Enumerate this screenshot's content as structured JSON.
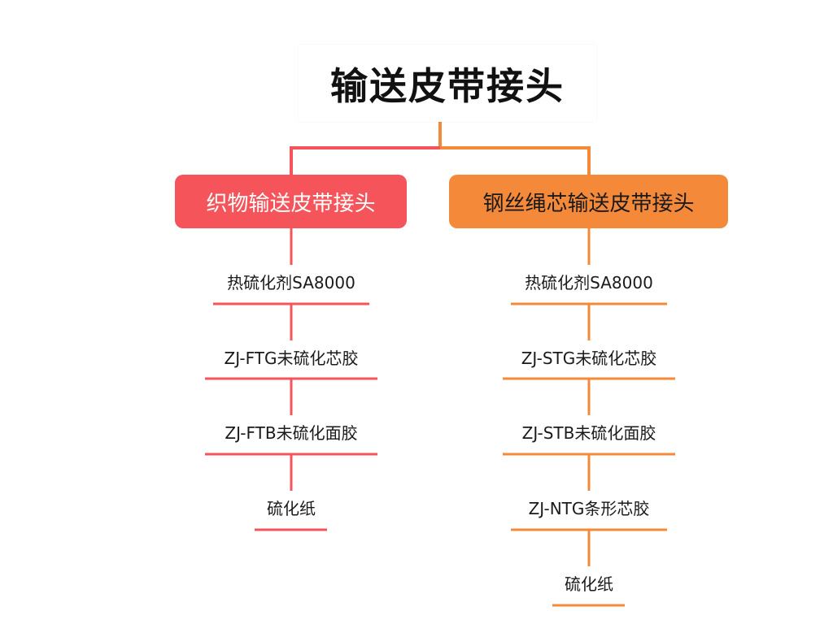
{
  "title": "输送皮带接头",
  "colors": {
    "left": "#f5555a",
    "right": "#f5893a"
  },
  "branches": [
    {
      "label": "织物输送皮带接头",
      "items": [
        "热硫化剂SA8000",
        "ZJ-FTG未硫化芯胶",
        "ZJ-FTB未硫化面胶",
        "硫化纸"
      ]
    },
    {
      "label": "钢丝绳芯输送皮带接头",
      "items": [
        "热硫化剂SA8000",
        "ZJ-STG未硫化芯胶",
        "ZJ-STB未硫化面胶",
        "ZJ-NTG条形芯胶",
        "硫化纸"
      ]
    }
  ]
}
